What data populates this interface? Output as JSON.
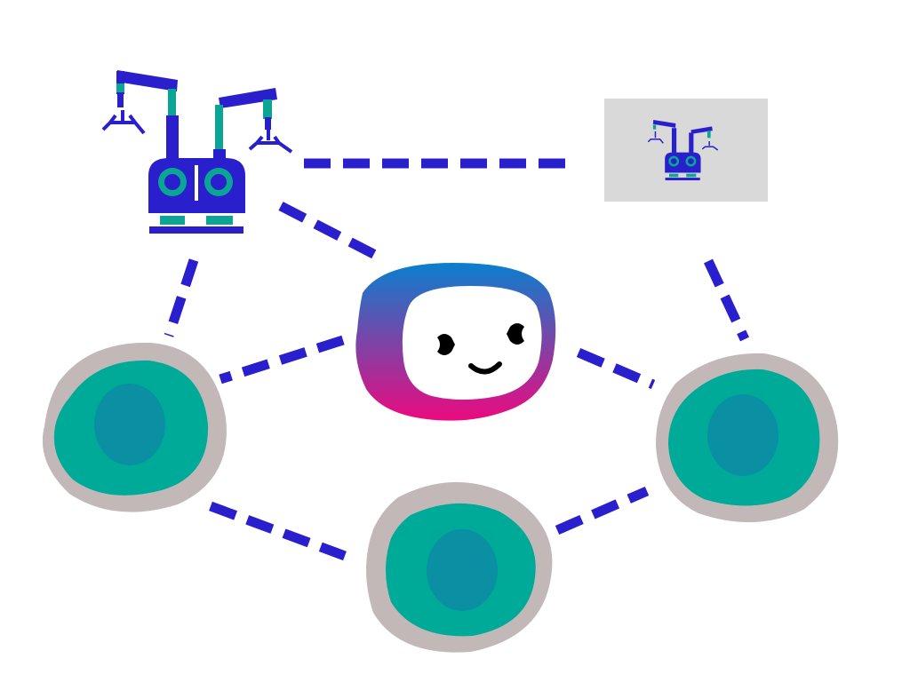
{
  "colors": {
    "background": "#ffffff",
    "connector": "#2a1fcc",
    "robot_body": "#2a1fcc",
    "robot_accent": "#0aa595",
    "cell_membrane": "#c2b8b8",
    "cell_cytoplasm": "#00aa99",
    "cell_nucleus": "#0a8fa3",
    "monitor_screen": "#d9d9d9",
    "mascot_gradient_top": "#0a7fcf",
    "mascot_gradient_bottom": "#ec0a7f",
    "mascot_face": "#ffffff",
    "mascot_features": "#000000"
  },
  "nodes": [
    {
      "id": "robot",
      "icon": "robotic-arms-icon"
    },
    {
      "id": "monitor",
      "icon": "monitor-robot-icon"
    },
    {
      "id": "mascot",
      "icon": "smiling-mascot-icon"
    },
    {
      "id": "cell-left",
      "icon": "cell-icon"
    },
    {
      "id": "cell-bottom",
      "icon": "cell-icon"
    },
    {
      "id": "cell-right",
      "icon": "cell-icon"
    }
  ],
  "edges": [
    {
      "from": "robot",
      "to": "monitor"
    },
    {
      "from": "robot",
      "to": "mascot"
    },
    {
      "from": "robot",
      "to": "cell-left"
    },
    {
      "from": "monitor",
      "to": "cell-right"
    },
    {
      "from": "mascot",
      "to": "cell-left"
    },
    {
      "from": "mascot",
      "to": "cell-right"
    },
    {
      "from": "cell-left",
      "to": "cell-bottom"
    },
    {
      "from": "cell-bottom",
      "to": "cell-right"
    }
  ]
}
